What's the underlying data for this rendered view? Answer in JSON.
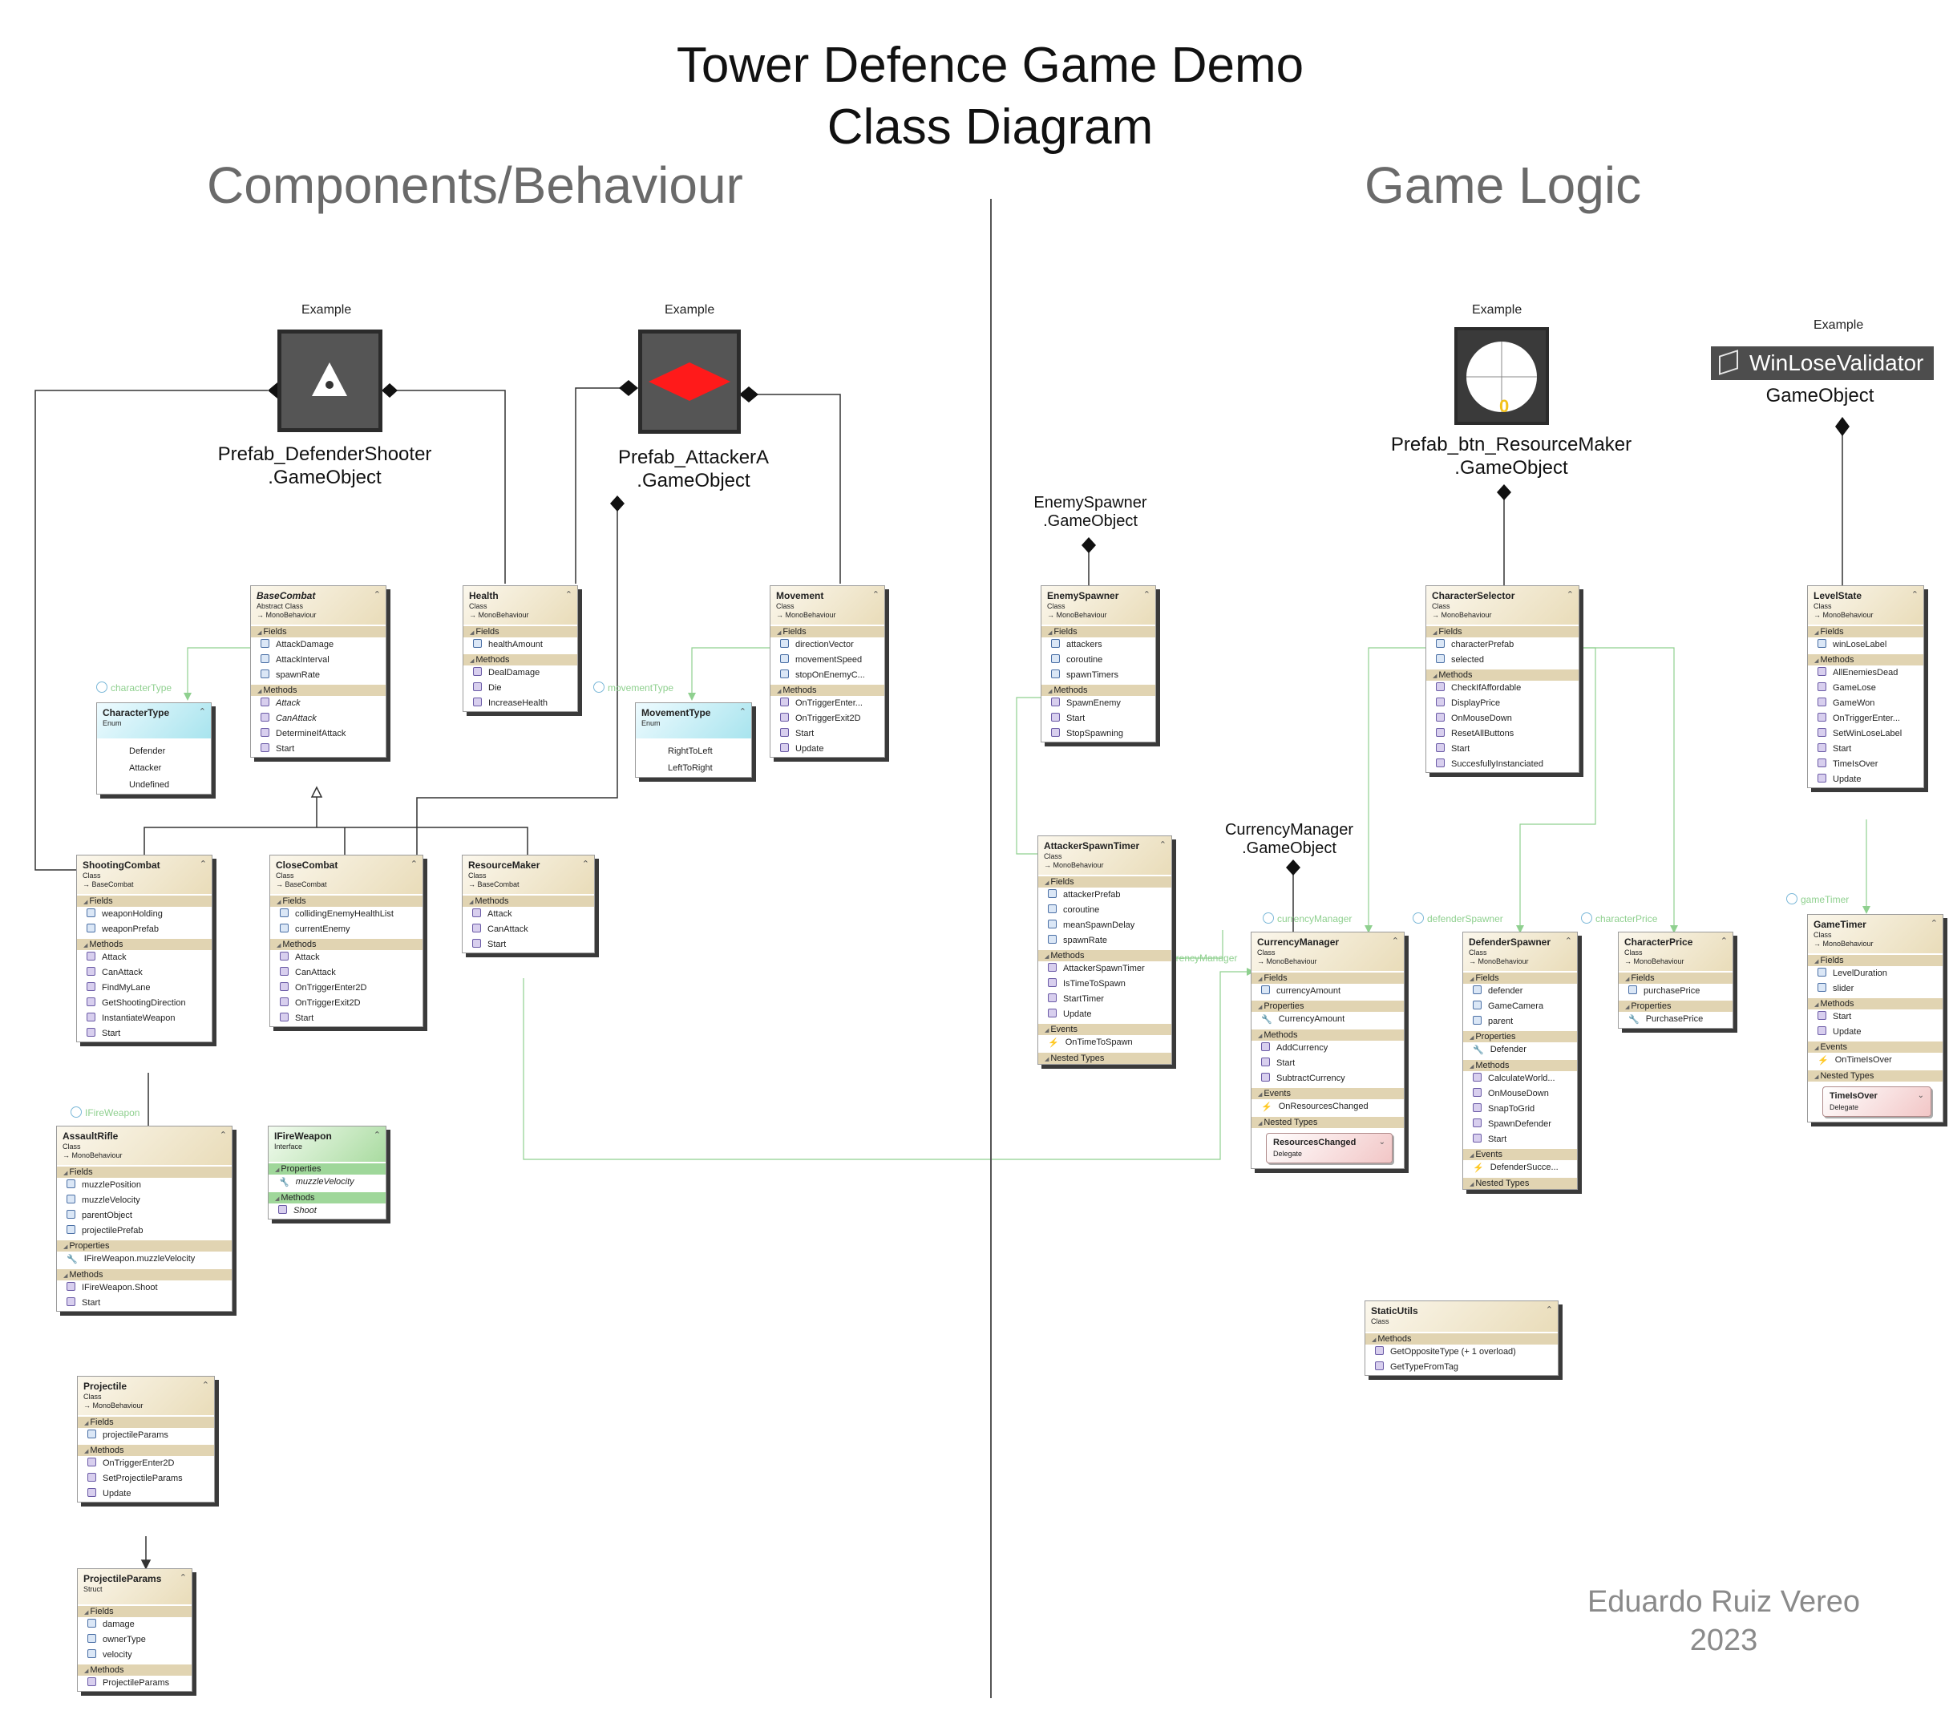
{
  "title": {
    "line1": "Tower Defence Game Demo",
    "line2": "Class Diagram"
  },
  "sections": {
    "left": "Components/Behaviour",
    "right": "Game Logic"
  },
  "author": {
    "name": "Eduardo Ruiz Vereo",
    "year": "2023"
  },
  "examples": {
    "label": "Example",
    "defender": {
      "name": "Prefab_DefenderShooter",
      "suffix": ".GameObject"
    },
    "attacker": {
      "name": "Prefab_AttackerA",
      "suffix": ".GameObject"
    },
    "resource_btn": {
      "name": "Prefab_btn_ResourceMaker",
      "suffix": ".GameObject",
      "icon_text": "0"
    },
    "winlose": {
      "icon_text": "WinLoseValidator",
      "suffix": "GameObject"
    },
    "enemy_spawner": {
      "name": "EnemySpawner",
      "suffix": ".GameObject"
    },
    "currency_manager": {
      "name": "CurrencyManager",
      "suffix": ".GameObject"
    }
  },
  "assoc_labels": {
    "character_type": "characterType",
    "movement_type": "movementType",
    "fire_weapon": "IFireWeapon",
    "currency_manager_a": "currencyManager",
    "currency_manager_b": "currencyManager",
    "defender_spawner": "defenderSpawner",
    "character_price": "characterPrice",
    "game_timer": "gameTimer"
  },
  "colors": {
    "class_header": "#e9dcb9",
    "enum_header": "#a8e4ee",
    "interface_header": "#a9dba0",
    "delegate": "#f2c6c6",
    "association": "#8fd08f",
    "accent_red": "#ff1a1a"
  },
  "classes": {
    "basecombat": {
      "name": "BaseCombat",
      "kind": "Abstract Class",
      "base": "MonoBehaviour",
      "fields_label": "Fields",
      "fields": [
        "AttackDamage",
        "AttackInterval",
        "spawnRate"
      ],
      "methods_label": "Methods",
      "methods": [
        "Attack",
        "CanAttack",
        "DetermineIfAttack",
        "Start"
      ]
    },
    "health": {
      "name": "Health",
      "kind": "Class",
      "base": "MonoBehaviour",
      "fields_label": "Fields",
      "fields": [
        "healthAmount"
      ],
      "methods_label": "Methods",
      "methods": [
        "DealDamage",
        "Die",
        "IncreaseHealth"
      ]
    },
    "movement": {
      "name": "Movement",
      "kind": "Class",
      "base": "MonoBehaviour",
      "fields_label": "Fields",
      "fields": [
        "directionVector",
        "movementSpeed",
        "stopOnEnemyC..."
      ],
      "methods_label": "Methods",
      "methods": [
        "OnTriggerEnter...",
        "OnTriggerExit2D",
        "Start",
        "Update"
      ]
    },
    "charactertype": {
      "name": "CharacterType",
      "kind": "Enum",
      "literals": [
        "Defender",
        "Attacker",
        "Undefined"
      ]
    },
    "movementtype": {
      "name": "MovementType",
      "kind": "Enum",
      "literals": [
        "RightToLeft",
        "LeftToRight"
      ]
    },
    "shootingcombat": {
      "name": "ShootingCombat",
      "kind": "Class",
      "base": "BaseCombat",
      "fields_label": "Fields",
      "fields": [
        "weaponHolding",
        "weaponPrefab"
      ],
      "methods_label": "Methods",
      "methods": [
        "Attack",
        "CanAttack",
        "FindMyLane",
        "GetShootingDirection",
        "InstantiateWeapon",
        "Start"
      ]
    },
    "closecombat": {
      "name": "CloseCombat",
      "kind": "Class",
      "base": "BaseCombat",
      "fields_label": "Fields",
      "fields": [
        "collidingEnemyHealthList",
        "currentEnemy"
      ],
      "methods_label": "Methods",
      "methods": [
        "Attack",
        "CanAttack",
        "OnTriggerEnter2D",
        "OnTriggerExit2D",
        "Start"
      ]
    },
    "resourcemaker": {
      "name": "ResourceMaker",
      "kind": "Class",
      "base": "BaseCombat",
      "methods_label": "Methods",
      "methods": [
        "Attack",
        "CanAttack",
        "Start"
      ]
    },
    "assaultrifle": {
      "name": "AssaultRifle",
      "kind": "Class",
      "base": "MonoBehaviour",
      "fields_label": "Fields",
      "fields": [
        "muzzlePosition",
        "muzzleVelocity",
        "parentObject",
        "projectilePrefab"
      ],
      "properties_label": "Properties",
      "properties": [
        "IFireWeapon.muzzleVelocity"
      ],
      "methods_label": "Methods",
      "methods": [
        "IFireWeapon.Shoot",
        "Start"
      ]
    },
    "ifireweapon": {
      "name": "IFireWeapon",
      "kind": "Interface",
      "properties_label": "Properties",
      "properties": [
        "muzzleVelocity"
      ],
      "methods_label": "Methods",
      "methods": [
        "Shoot"
      ]
    },
    "projectile": {
      "name": "Projectile",
      "kind": "Class",
      "base": "MonoBehaviour",
      "fields_label": "Fields",
      "fields": [
        "projectileParams"
      ],
      "methods_label": "Methods",
      "methods": [
        "OnTriggerEnter2D",
        "SetProjectileParams",
        "Update"
      ]
    },
    "projectileparams": {
      "name": "ProjectileParams",
      "kind": "Struct",
      "fields_label": "Fields",
      "fields": [
        "damage",
        "ownerType",
        "velocity"
      ],
      "methods_label": "Methods",
      "methods": [
        "ProjectileParams"
      ]
    },
    "enemyspawner": {
      "name": "EnemySpawner",
      "kind": "Class",
      "base": "MonoBehaviour",
      "fields_label": "Fields",
      "fields": [
        "attackers",
        "coroutine",
        "spawnTimers"
      ],
      "methods_label": "Methods",
      "methods": [
        "SpawnEnemy",
        "Start",
        "StopSpawning"
      ]
    },
    "attackerspawntimer": {
      "name": "AttackerSpawnTimer",
      "kind": "Class",
      "base": "MonoBehaviour",
      "fields_label": "Fields",
      "fields": [
        "attackerPrefab",
        "coroutine",
        "meanSpawnDelay",
        "spawnRate"
      ],
      "methods_label": "Methods",
      "methods": [
        "AttackerSpawnTimer",
        "IsTimeToSpawn",
        "StartTimer",
        "Update"
      ],
      "events_label": "Events",
      "events": [
        "OnTimeToSpawn"
      ],
      "nested_label": "Nested Types"
    },
    "characterselector": {
      "name": "CharacterSelector",
      "kind": "Class",
      "base": "MonoBehaviour",
      "fields_label": "Fields",
      "fields": [
        "characterPrefab",
        "selected"
      ],
      "methods_label": "Methods",
      "methods": [
        "CheckIfAffordable",
        "DisplayPrice",
        "OnMouseDown",
        "ResetAllButtons",
        "Start",
        "SuccesfullyInstanciated"
      ]
    },
    "levelstate": {
      "name": "LevelState",
      "kind": "Class",
      "base": "MonoBehaviour",
      "fields_label": "Fields",
      "fields": [
        "winLoseLabel"
      ],
      "methods_label": "Methods",
      "methods": [
        "AllEnemiesDead",
        "GameLose",
        "GameWon",
        "OnTriggerEnter...",
        "SetWinLoseLabel",
        "Start",
        "TimeIsOver",
        "Update"
      ]
    },
    "currencymanager": {
      "name": "CurrencyManager",
      "kind": "Class",
      "base": "MonoBehaviour",
      "fields_label": "Fields",
      "fields": [
        "currencyAmount"
      ],
      "properties_label": "Properties",
      "properties": [
        "CurrencyAmount"
      ],
      "methods_label": "Methods",
      "methods": [
        "AddCurrency",
        "Start",
        "SubtractCurrency"
      ],
      "events_label": "Events",
      "events": [
        "OnResourcesChanged"
      ],
      "nested_label": "Nested Types",
      "nested": {
        "name": "ResourcesChanged",
        "kind": "Delegate"
      }
    },
    "defenderspawner": {
      "name": "DefenderSpawner",
      "kind": "Class",
      "base": "MonoBehaviour",
      "fields_label": "Fields",
      "fields": [
        "defender",
        "GameCamera",
        "parent"
      ],
      "properties_label": "Properties",
      "properties": [
        "Defender"
      ],
      "methods_label": "Methods",
      "methods": [
        "CalculateWorld...",
        "OnMouseDown",
        "SnapToGrid",
        "SpawnDefender",
        "Start"
      ],
      "events_label": "Events",
      "events": [
        "DefenderSucce..."
      ],
      "nested_label": "Nested Types"
    },
    "characterprice": {
      "name": "CharacterPrice",
      "kind": "Class",
      "base": "MonoBehaviour",
      "fields_label": "Fields",
      "fields": [
        "purchasePrice"
      ],
      "properties_label": "Properties",
      "properties": [
        "PurchasePrice"
      ]
    },
    "gametimer": {
      "name": "GameTimer",
      "kind": "Class",
      "base": "MonoBehaviour",
      "fields_label": "Fields",
      "fields": [
        "LevelDuration",
        "slider"
      ],
      "methods_label": "Methods",
      "methods": [
        "Start",
        "Update"
      ],
      "events_label": "Events",
      "events": [
        "OnTimeIsOver"
      ],
      "nested_label": "Nested Types",
      "nested": {
        "name": "TimeIsOver",
        "kind": "Delegate"
      }
    },
    "staticutils": {
      "name": "StaticUtils",
      "kind": "Class",
      "methods_label": "Methods",
      "methods": [
        "GetOppositeType (+ 1 overload)",
        "GetTypeFromTag"
      ]
    }
  }
}
